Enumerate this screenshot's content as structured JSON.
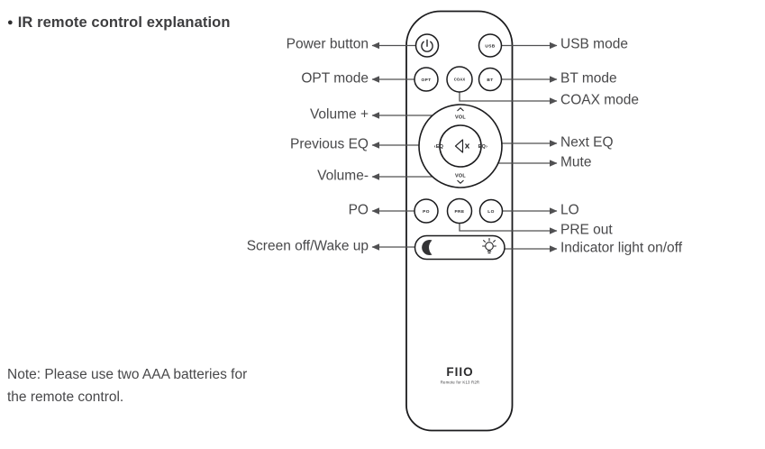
{
  "page": {
    "title_bullet": "●",
    "title": "IR remote control explanation"
  },
  "note": {
    "line1": "Note: Please use two AAA batteries for",
    "line2": "the remote control."
  },
  "remote": {
    "brand_logo": "FIIO",
    "logo_subtext": "Remote for K13 R2R",
    "buttons": {
      "usb": "USB",
      "opt": "OPT",
      "coax": "COAX",
      "bt": "BT",
      "po": "PO",
      "pre": "PRE",
      "lo": "LO"
    },
    "dial": {
      "vol_up": "VOL",
      "vol_down": "VOL",
      "eq_prev": "‹EQ",
      "eq_next": "EQ›"
    },
    "icons": {
      "power": "power-icon",
      "mute": "mute-speaker-icon",
      "screen_off": "crescent-moon-icon",
      "indicator_light": "light-bulb-icon"
    }
  },
  "callouts": {
    "left": [
      {
        "text": "Power button"
      },
      {
        "text": "OPT mode"
      },
      {
        "text": "Volume +"
      },
      {
        "text": "Previous EQ"
      },
      {
        "text": "Volume-"
      },
      {
        "text": "PO"
      },
      {
        "text": "Screen off/Wake up"
      }
    ],
    "right": [
      {
        "text": "USB mode"
      },
      {
        "text": "BT mode"
      },
      {
        "text": "COAX mode"
      },
      {
        "text": "Next EQ"
      },
      {
        "text": "Mute"
      },
      {
        "text": "LO"
      },
      {
        "text": "PRE out"
      },
      {
        "text": "Indicator light on/off"
      }
    ]
  },
  "colors": {
    "connector": "#505052",
    "outline": "#1b1b1d",
    "text": "#48484a"
  }
}
